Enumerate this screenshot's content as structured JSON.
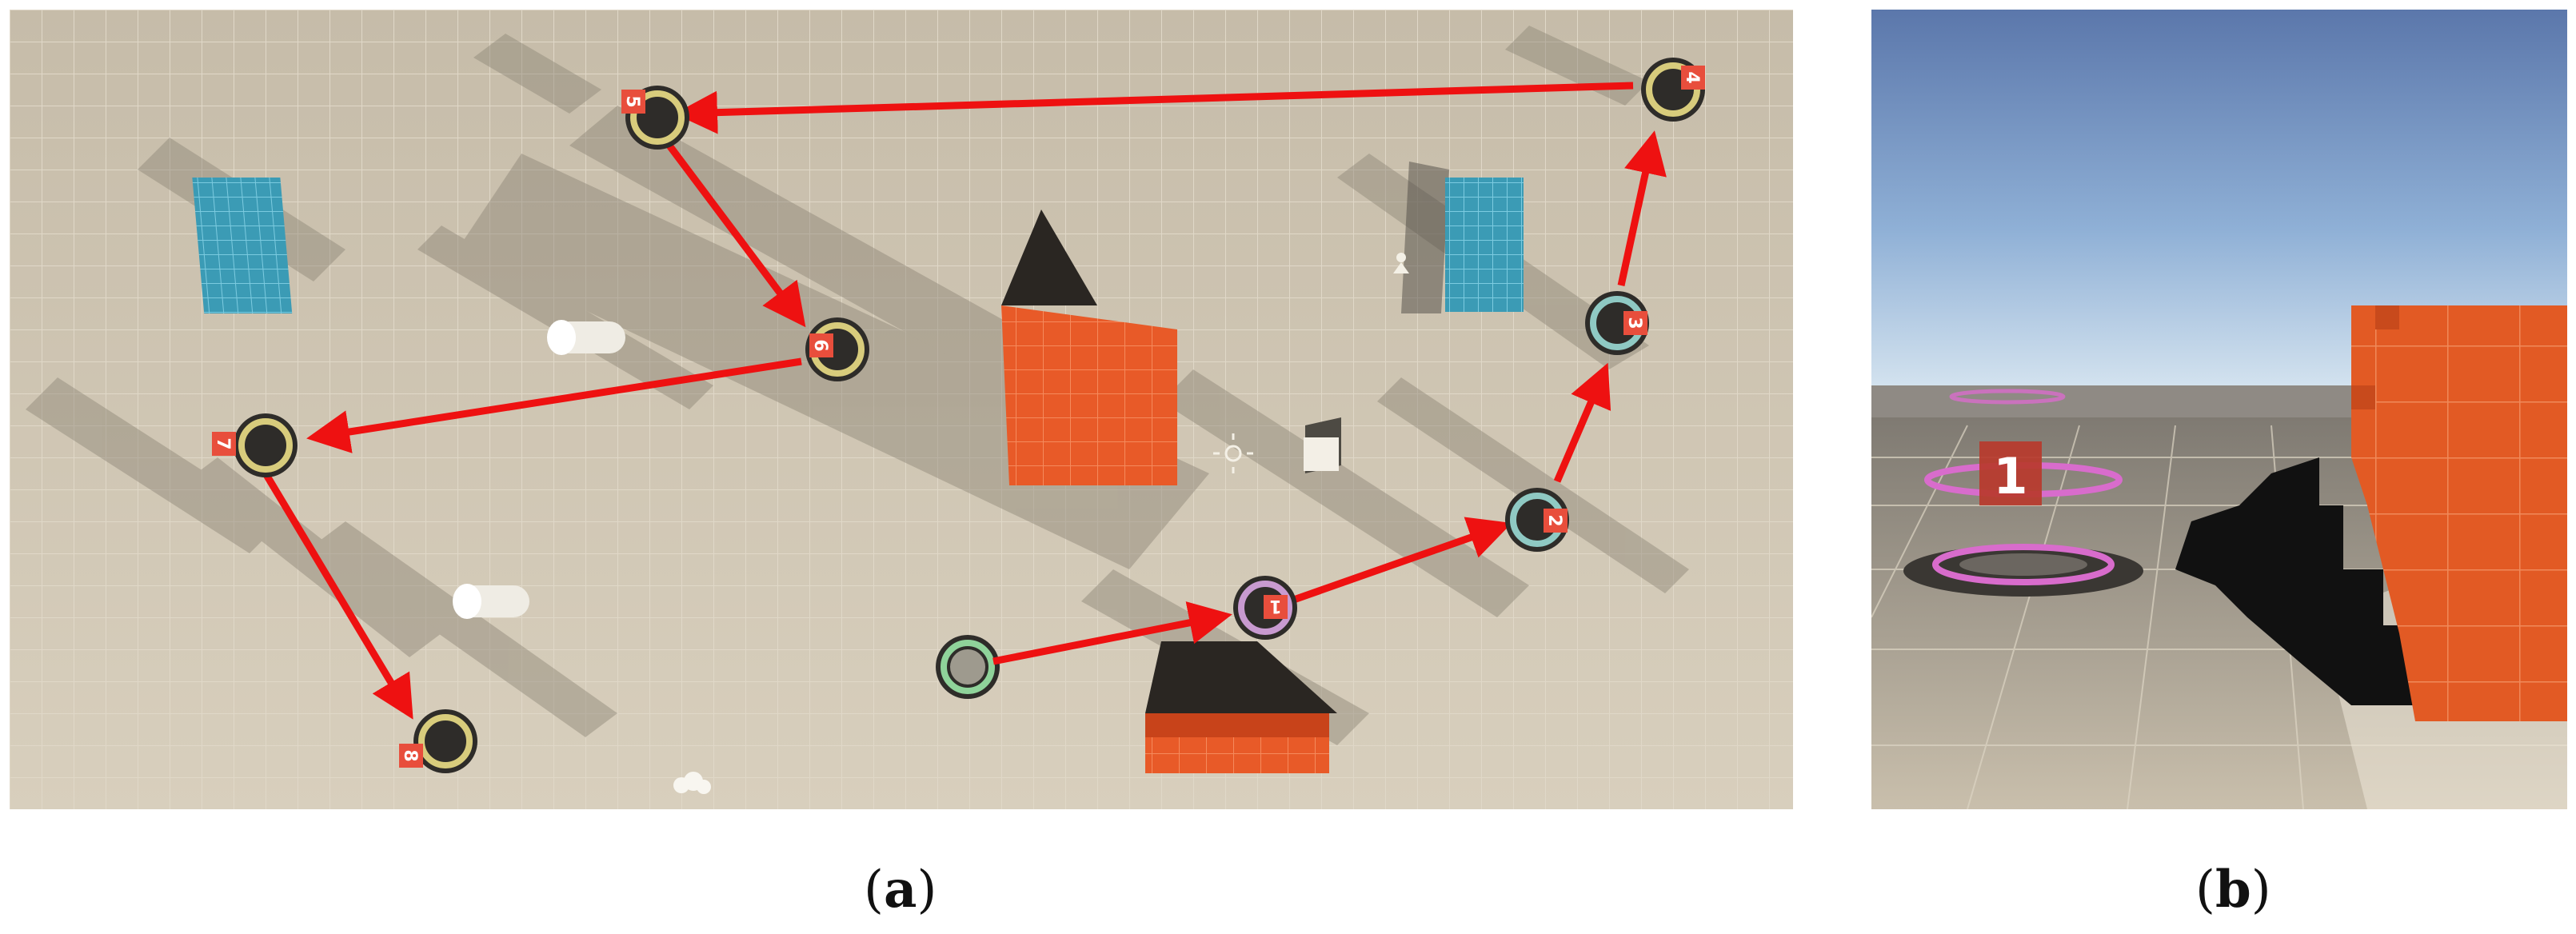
{
  "figure": {
    "panel_a": {
      "caption_open": "(",
      "caption_letter": "a",
      "caption_close": ")",
      "waypoint_labels": [
        "1",
        "2",
        "3",
        "4",
        "5",
        "6",
        "7",
        "8"
      ]
    },
    "panel_b": {
      "caption_open": "(",
      "caption_letter": "b",
      "caption_close": ")",
      "cube_label": "1"
    }
  },
  "colors": {
    "floor": "#c9bfac",
    "grid_line": "#e3dccd",
    "path_arrow": "#ee1111",
    "orange_block": "#e85a28",
    "teal_block": "#3b9bb5",
    "label_box": "#e84e3c",
    "sky_top": "#5e7cb0",
    "sky_bottom": "#bcd3e6",
    "ring_pink": "#d86ccc"
  }
}
